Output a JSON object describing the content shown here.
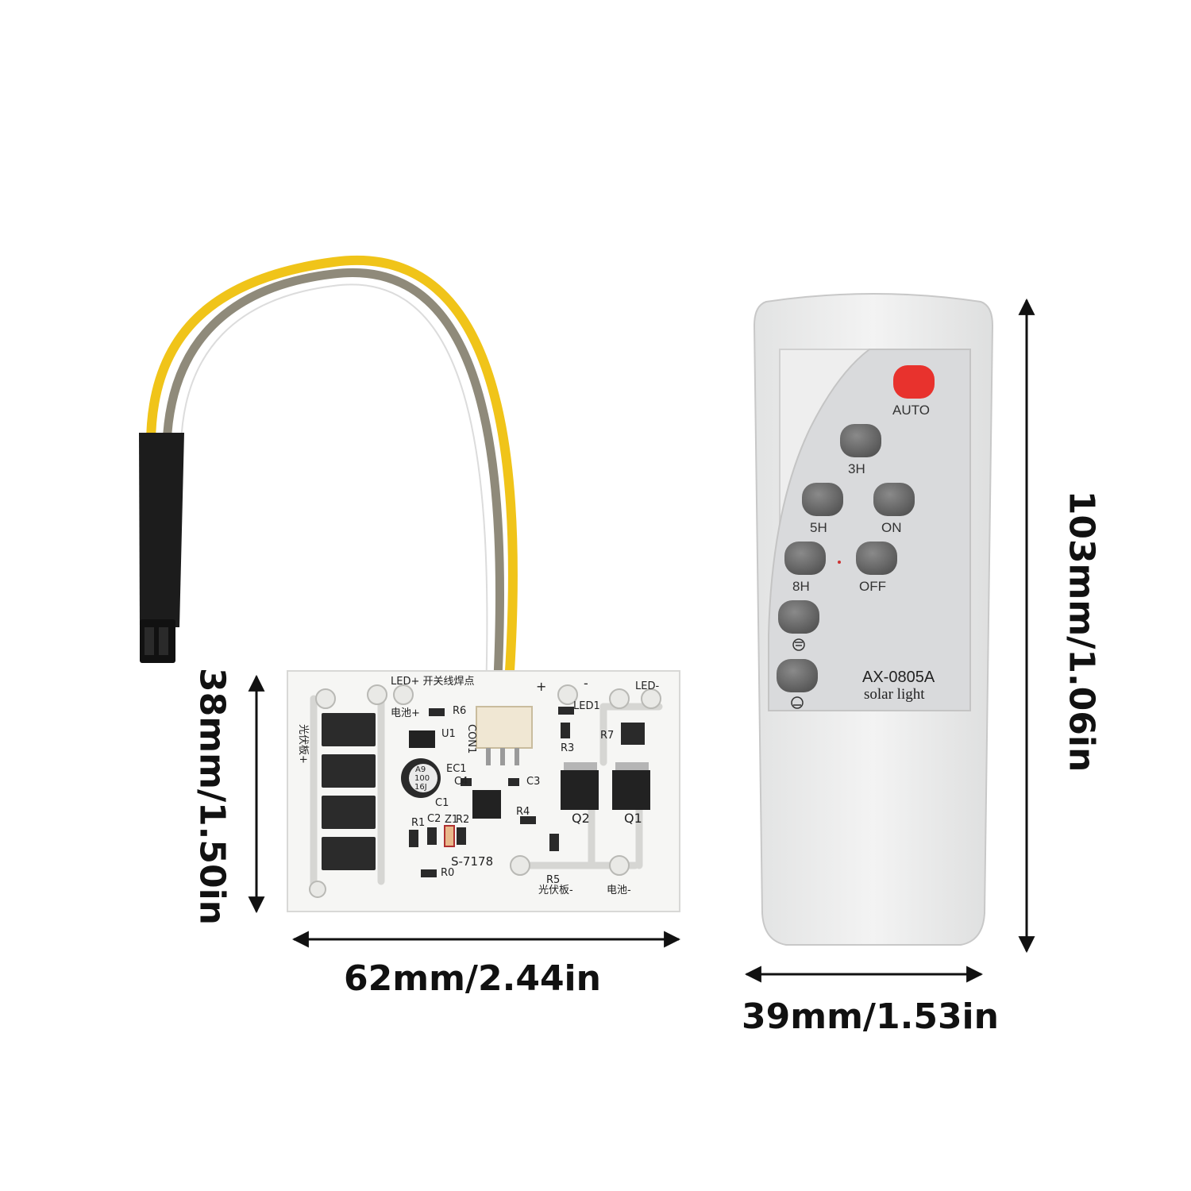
{
  "dimensions": {
    "board_width": "62mm/2.44in",
    "board_height": "38mm/1.50in",
    "remote_width": "39mm/1.53in",
    "remote_height": "103mm/1.06in"
  },
  "remote": {
    "model": "AX-0805A",
    "subtitle": "solar light",
    "buttons": {
      "auto": "AUTO",
      "h3": "3H",
      "h5": "5H",
      "on": "ON",
      "h8": "8H",
      "off": "OFF"
    },
    "colors": {
      "auto_button": "#e8322d",
      "keys": "#6b6b6b",
      "panel": "#d9dadc",
      "body": "#ececec"
    }
  },
  "board": {
    "code": "S-7178",
    "labels": {
      "switch_pad": "LED+ 开关线焊点",
      "battery_plus": "电池+",
      "pv_plus": "光伏板+",
      "pv_minus": "光伏板-",
      "battery_minus": "电池-",
      "led_minus": "LED-",
      "plus": "+",
      "minus": "-",
      "con": "CON1",
      "u1": "U1",
      "ec1": "EC1",
      "c1": "C1",
      "c2": "C2",
      "c3": "C3",
      "c4": "C4",
      "r0": "R0",
      "r1": "R1",
      "r2": "R2",
      "r3": "R3",
      "r4": "R4",
      "r5": "R5",
      "r6": "R6",
      "r7": "R7",
      "z1": "Z1",
      "q1": "Q1",
      "q2": "Q2",
      "led1": "LED1",
      "cap_text_1": "A9",
      "cap_text_2": "100",
      "cap_text_3": "16J"
    }
  }
}
